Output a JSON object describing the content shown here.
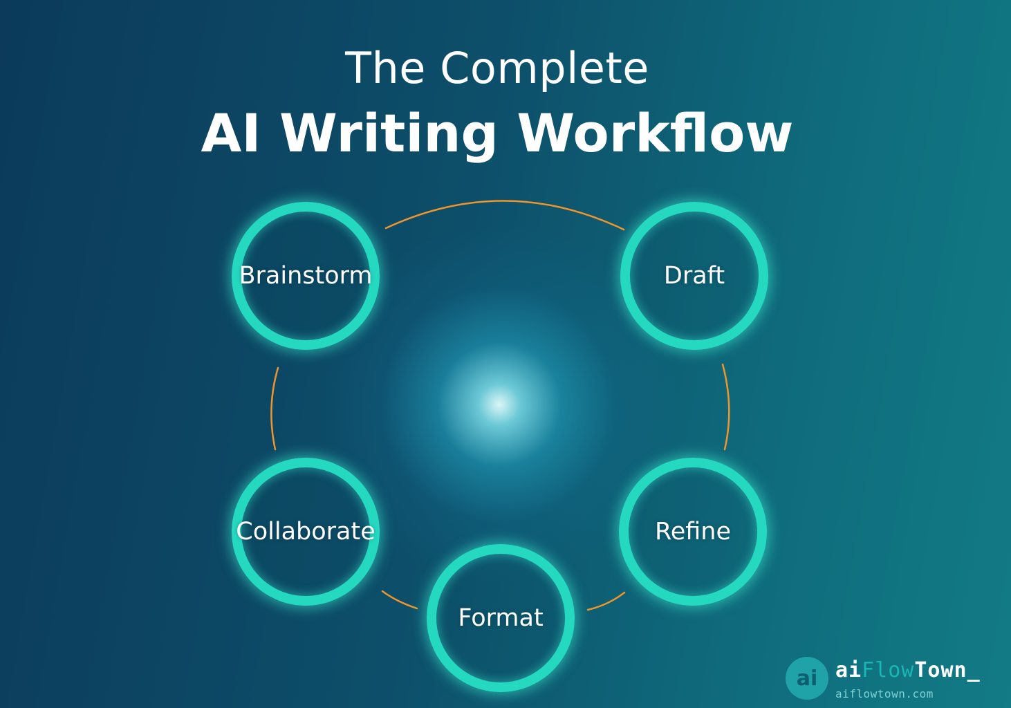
{
  "title": {
    "line1": "The Complete",
    "line2": "AI Writing Workflow"
  },
  "steps": [
    {
      "id": "brainstorm",
      "label": "Brainstorm"
    },
    {
      "id": "draft",
      "label": "Draft"
    },
    {
      "id": "refine",
      "label": "Refine"
    },
    {
      "id": "format",
      "label": "Format"
    },
    {
      "id": "collaborate",
      "label": "Collaborate"
    }
  ],
  "colors": {
    "ring": "#25d9c0",
    "connector": "#f0952e",
    "text": "#ffffff"
  },
  "branding": {
    "badge": "ai",
    "name_part1": "ai",
    "name_part2": "Flow",
    "name_part3": "Town_",
    "url": "aiflowtown.com"
  }
}
